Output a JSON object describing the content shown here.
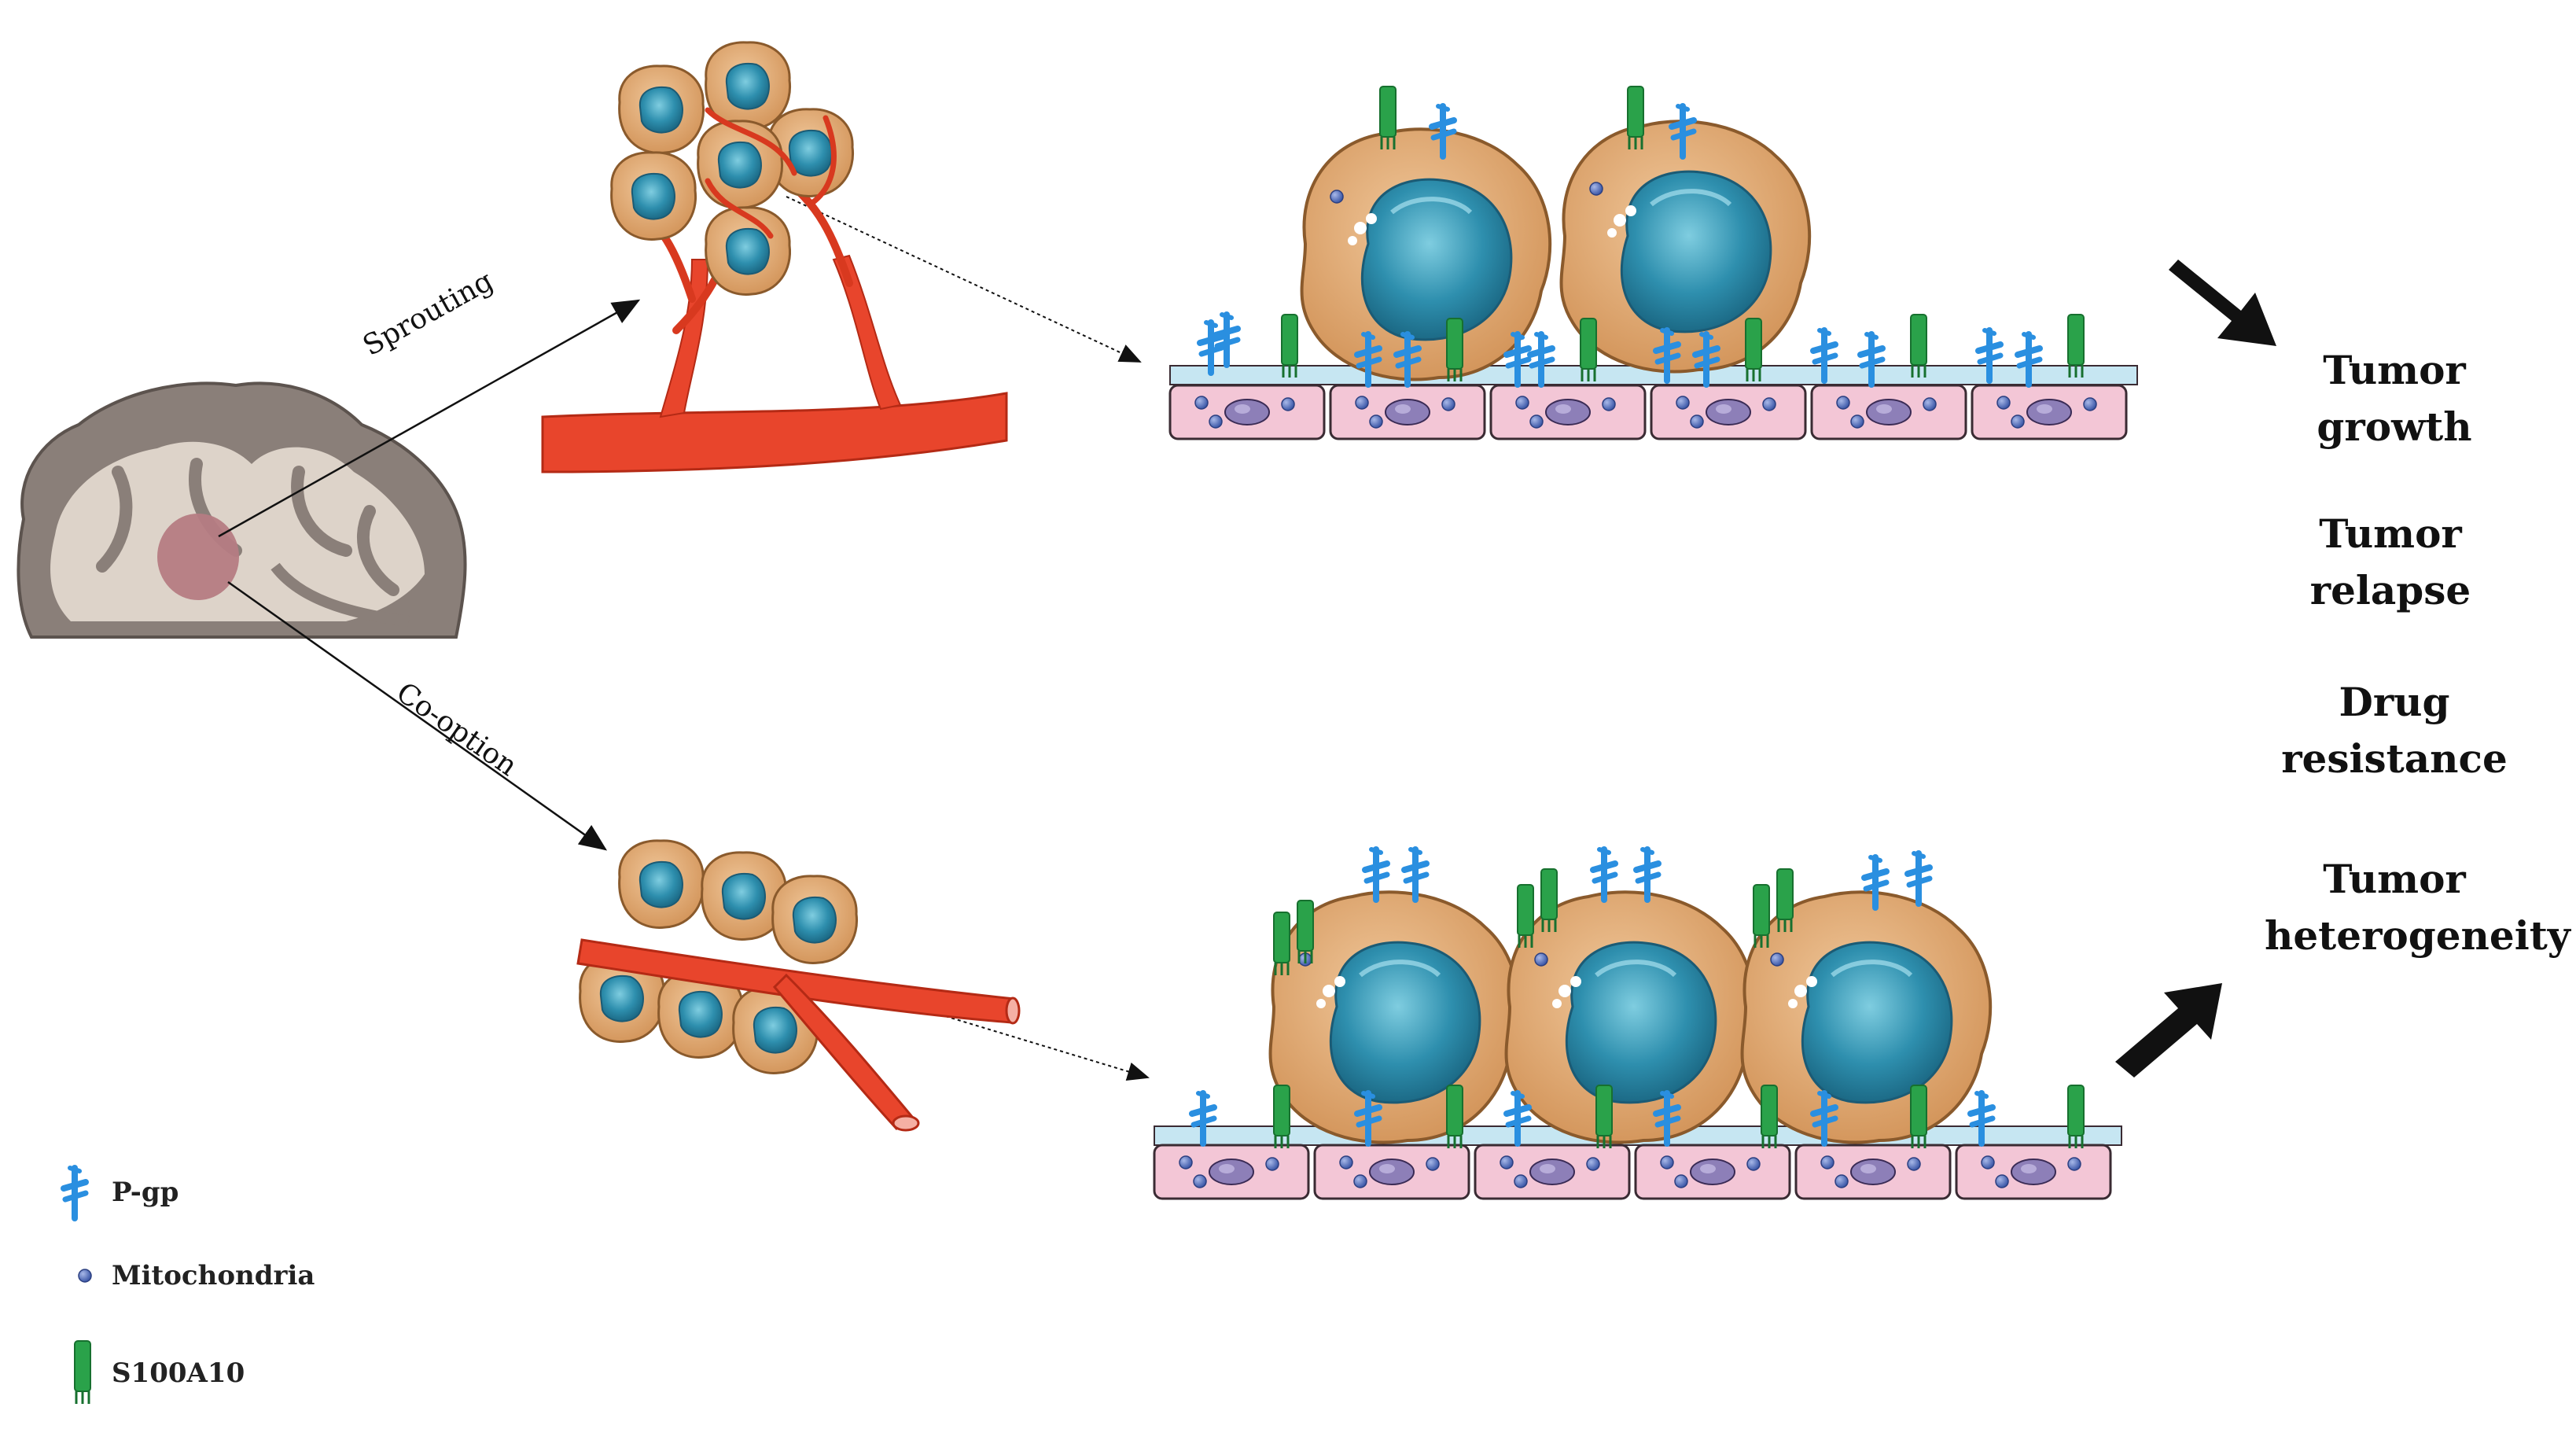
{
  "routes": {
    "sprouting": "Sprouting",
    "co_option": "Co-option"
  },
  "outcomes": [
    {
      "line1": "Tumor",
      "line2": "growth"
    },
    {
      "line1": "Tumor",
      "line2": "relapse"
    },
    {
      "line1": "Drug",
      "line2": "resistance"
    },
    {
      "line1": "Tumor",
      "line2": "heterogeneity"
    }
  ],
  "legend": {
    "pgp": "P-gp",
    "mitochondria": "Mitochondria",
    "s100a10": "S100A10"
  },
  "colors": {
    "vessel": "#e8452c",
    "tumor_cell": "#d9a36b",
    "nucleus": "#2e8fae",
    "endothelial": "#f3c6d6",
    "pgp": "#2a8fe0",
    "s100a10": "#2aa24a",
    "brain_gray": "#8a7f79",
    "brain_white": "#ddd3c9",
    "lesion": "#b57c83"
  },
  "icons": [
    "brain-icon",
    "tumor-cluster-icon",
    "blood-vessel-icon",
    "endothelial-layer-icon",
    "arrow-icon"
  ]
}
